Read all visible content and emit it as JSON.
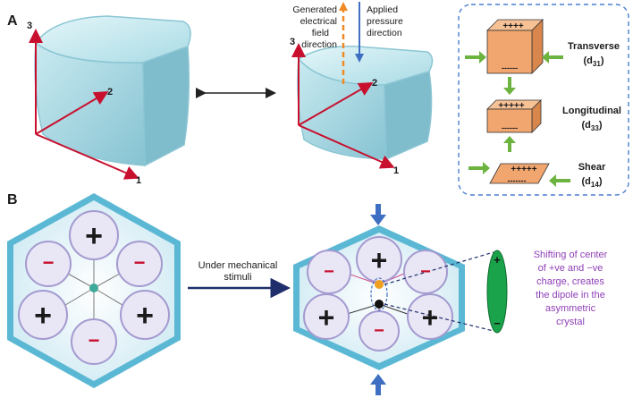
{
  "panel_a": {
    "letter": "A",
    "cube1_axes": [
      "3",
      "2",
      "1"
    ],
    "cube2_axes": [
      "3",
      "2",
      "1"
    ],
    "generated_field": [
      "Generated",
      "electrical",
      "field",
      "direction"
    ],
    "applied_pressure": [
      "Applied",
      "pressure",
      "direction"
    ],
    "modes": [
      {
        "name": "Transverse",
        "coef": "(d",
        "sub": "31",
        "close": ")",
        "top_charge": "++++",
        "bottom_charge": "------"
      },
      {
        "name": "Longitudinal",
        "coef": "(d",
        "sub": "33",
        "close": ")",
        "top_charge": "+++++",
        "bottom_charge": "------"
      },
      {
        "name": "Shear",
        "coef": "(d",
        "sub": "14",
        "close": ")",
        "top_charge": "+++++",
        "bottom_charge": "-------"
      }
    ]
  },
  "panel_b": {
    "letter": "B",
    "arrow_label": [
      "Under mechanical",
      "stimuli"
    ],
    "plus_sign": "+",
    "minus_sign": "−",
    "dipole_plus": "+",
    "dipole_minus": "−",
    "description": [
      "Shifting of center",
      "of +ve and −ve",
      "charge, creates",
      "the dipole in the",
      "asymmetric",
      "crystal"
    ]
  },
  "colors": {
    "axis_red": "#c8102e",
    "crystal_blue": "#9fd3df",
    "hex_border": "#5bb8d4",
    "box_orange": "#f1a66f",
    "green_arrow": "#6db33f",
    "blue_arrow": "#3f6fc2",
    "purple_text": "#8e3fb5",
    "dipole_green": "#1aa34a"
  }
}
